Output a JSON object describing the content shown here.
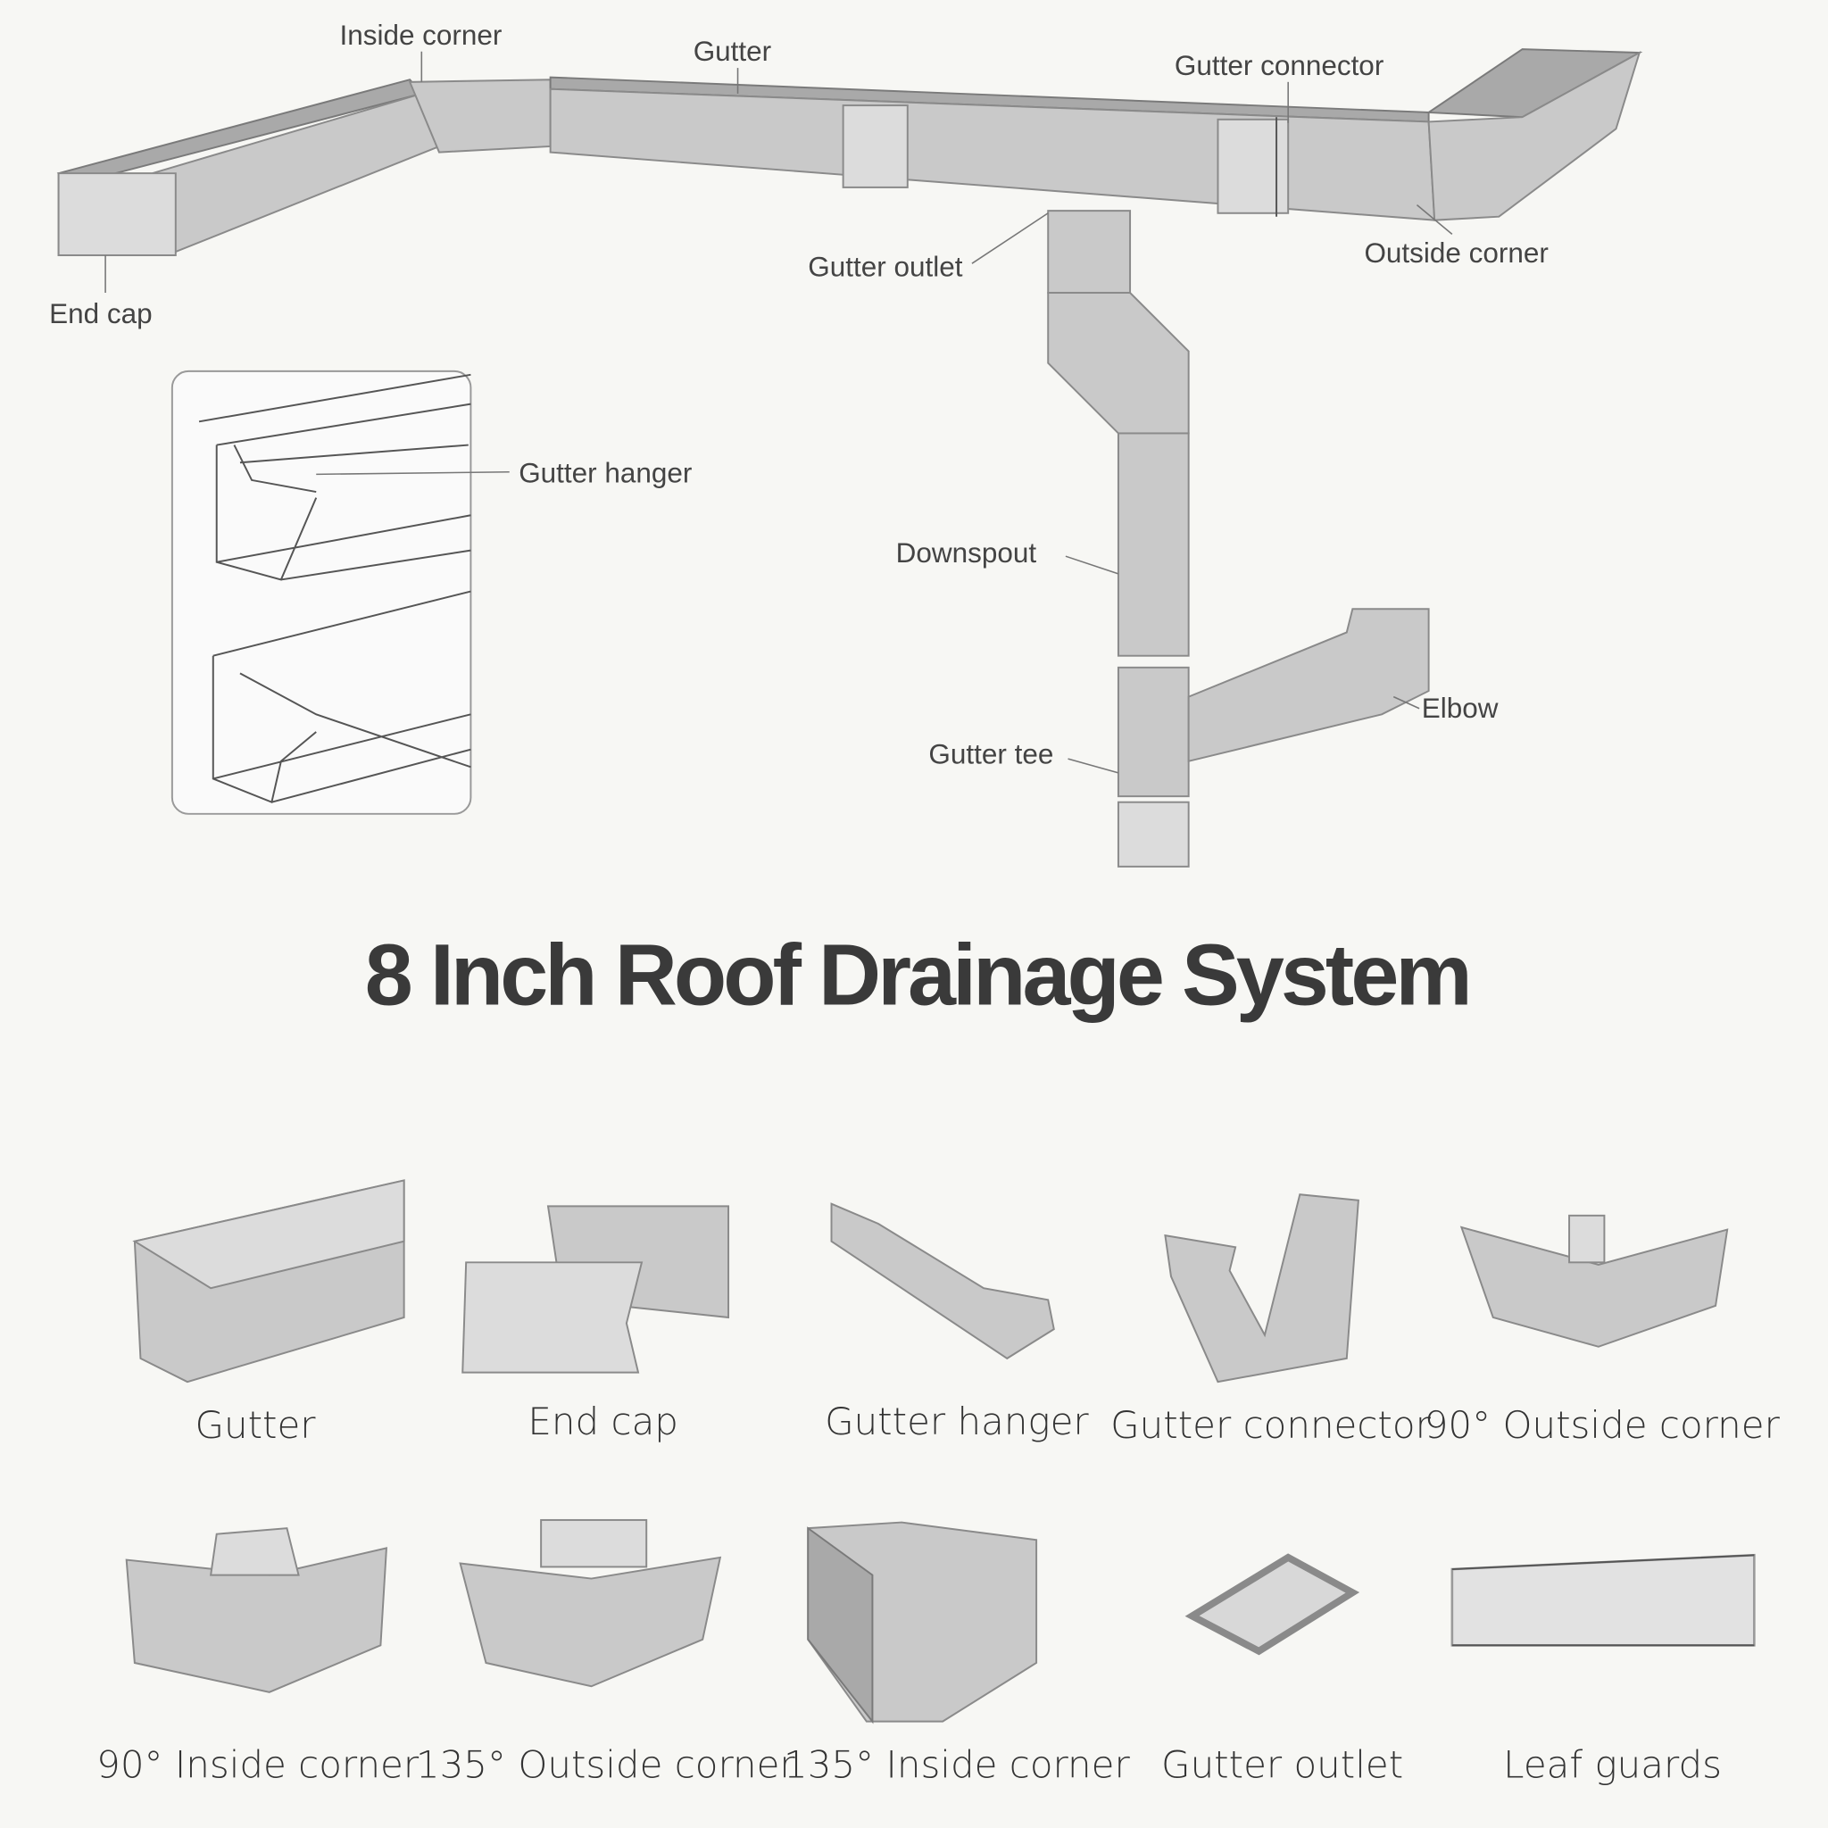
{
  "diagram": {
    "labels": {
      "inside_corner": "Inside corner",
      "gutter": "Gutter",
      "gutter_connector": "Gutter connector",
      "end_cap": "End cap",
      "gutter_outlet": "Gutter outlet",
      "outside_corner": "Outside corner",
      "gutter_hanger": "Gutter hanger",
      "downspout": "Downspout",
      "elbow": "Elbow",
      "gutter_tee": "Gutter tee"
    }
  },
  "title": "8 Inch Roof Drainage System",
  "products": [
    {
      "label": "Gutter"
    },
    {
      "label": "End cap"
    },
    {
      "label": "Gutter hanger"
    },
    {
      "label": "Gutter connector"
    },
    {
      "label": "90° Outside corner"
    },
    {
      "label": "90° Inside corner"
    },
    {
      "label": "135° Outside corner"
    },
    {
      "label": "135° Inside corner"
    },
    {
      "label": "Gutter outlet"
    },
    {
      "label": "Leaf guards"
    }
  ]
}
